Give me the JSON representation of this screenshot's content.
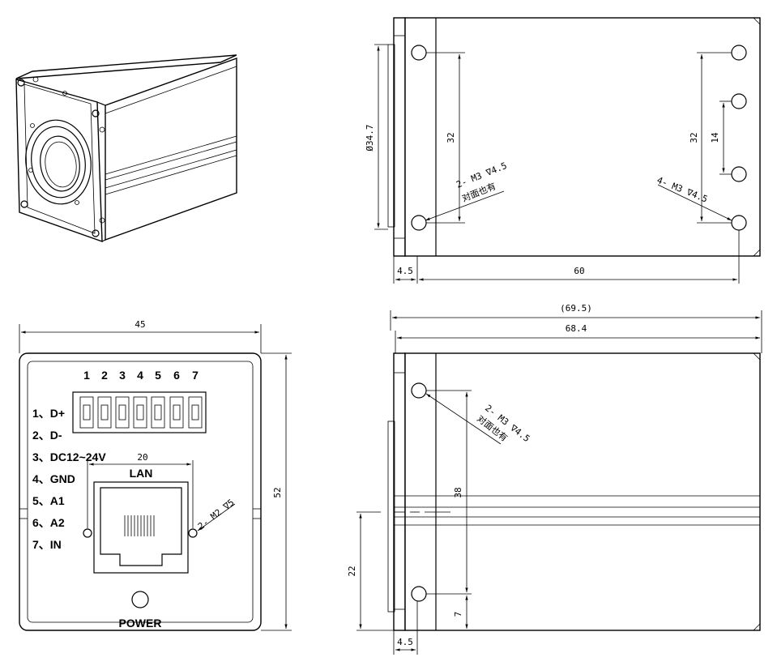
{
  "top_right_view": {
    "dim_diameter": "Ø34.7",
    "dim_height_left": "32",
    "dim_height_right": "32",
    "dim_spacing_right": "14",
    "dim_flange": "4.5",
    "dim_length": "60",
    "note_left_line1": "2- M3 ∇4.5",
    "note_left_line2": "对面也有",
    "note_right": "4- M3 ∇4.5"
  },
  "front_view": {
    "dim_width": "45",
    "dim_height": "52",
    "dim_lan_width": "20",
    "pin_numbers": [
      "1",
      "2",
      "3",
      "4",
      "5",
      "6",
      "7"
    ],
    "pin_labels": [
      "1、D+",
      "2、D-",
      "3、DC12~24V",
      "4、GND",
      "5、A1",
      "6、A2",
      "7、IN"
    ],
    "lan_label": "LAN",
    "power_label": "POWER",
    "note_screw": "2- M2 ∇5"
  },
  "side_view": {
    "dim_total": "(69.5)",
    "dim_body": "68.4",
    "dim_hole_spacing": "38",
    "dim_bottom_offset": "22",
    "dim_bottom_hole": "7",
    "dim_flange": "4.5",
    "note_line1": "2- M3 ∇4.5",
    "note_line2": "对面也有"
  }
}
